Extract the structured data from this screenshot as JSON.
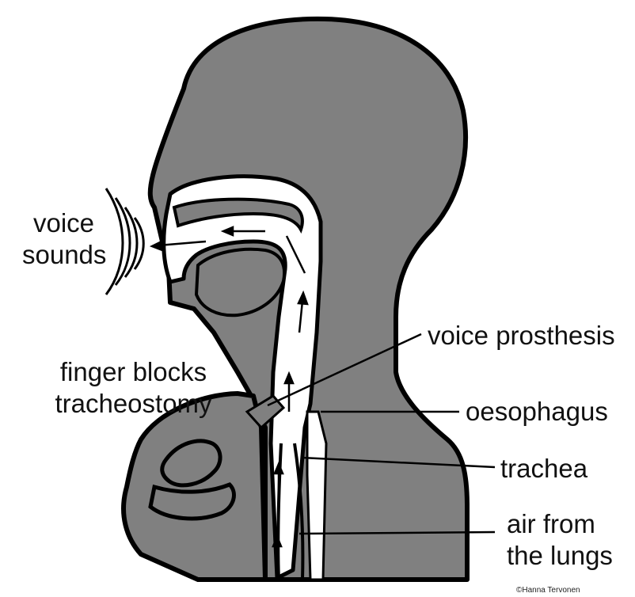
{
  "labels": {
    "voice_sounds_line1": "voice",
    "voice_sounds_line2": "sounds",
    "finger_blocks_line1": "finger blocks",
    "finger_blocks_line2": "tracheostomy",
    "voice_prosthesis": "voice prosthesis",
    "oesophagus": "oesophagus",
    "trachea": "trachea",
    "air_line1": "air from",
    "air_line2": "the lungs"
  },
  "credit": "©Hanna Tervonen",
  "colors": {
    "tissue": "#808080",
    "outline": "#000000",
    "airway": "#ffffff",
    "background": "#ffffff"
  }
}
